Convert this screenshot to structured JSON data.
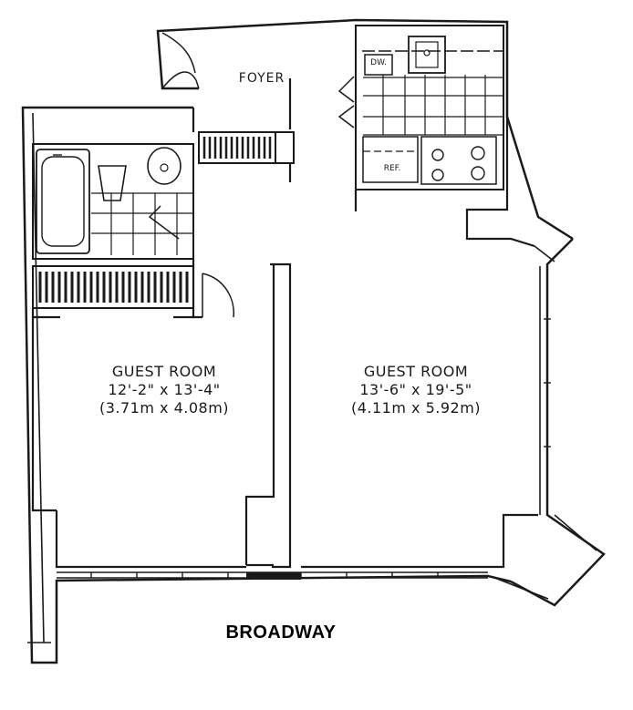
{
  "plan": {
    "foyer_label": "FOYER",
    "dishwasher_label": "DW.",
    "refrigerator_label": "REF.",
    "rooms": [
      {
        "name": "GUEST ROOM",
        "dim_imperial": "12'-2\" x 13'-4\"",
        "dim_metric": "(3.71m x 4.08m)"
      },
      {
        "name": "GUEST ROOM",
        "dim_imperial": "13'-6\" x 19'-5\"",
        "dim_metric": "(4.11m x 5.92m)"
      }
    ],
    "street_label": "BROADWAY"
  }
}
